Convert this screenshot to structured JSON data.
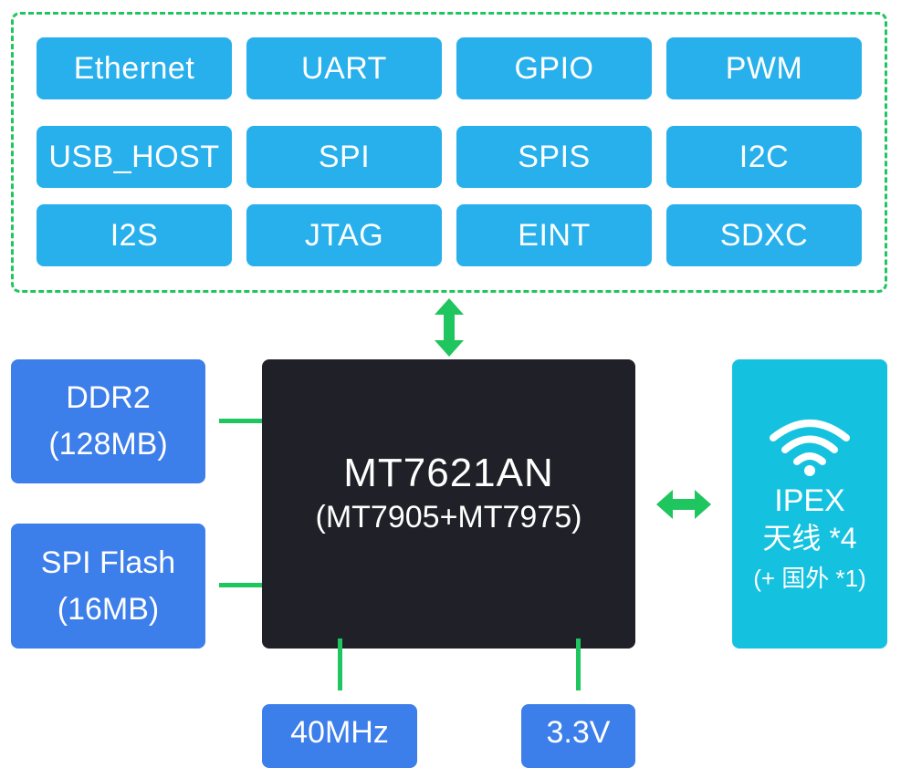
{
  "diagram": {
    "peripherals": [
      [
        "Ethernet",
        "UART",
        "GPIO",
        "PWM"
      ],
      [
        "USB_HOST",
        "SPI",
        "SPIS",
        "I2C"
      ],
      [
        "I2S",
        "JTAG",
        "EINT",
        "SDXC"
      ]
    ],
    "memory": [
      {
        "line1": "DDR2",
        "line2": "(128MB)"
      },
      {
        "line1": "SPI Flash",
        "line2": "(16MB)"
      }
    ],
    "soc": {
      "title": "MT7621AN",
      "subtitle": "(MT7905+MT7975)"
    },
    "antenna": {
      "icon": "wifi-icon",
      "line1": "IPEX",
      "line2": "天线 *4",
      "line3": "(+ 国外 *1)"
    },
    "bottom": {
      "clock": "40MHz",
      "power": "3.3V"
    },
    "colors": {
      "peripheral": "#27b0ec",
      "memory": "#3c7eea",
      "soc": "#202028",
      "antenna": "#14c2e0",
      "connector": "#1fc55e"
    }
  }
}
